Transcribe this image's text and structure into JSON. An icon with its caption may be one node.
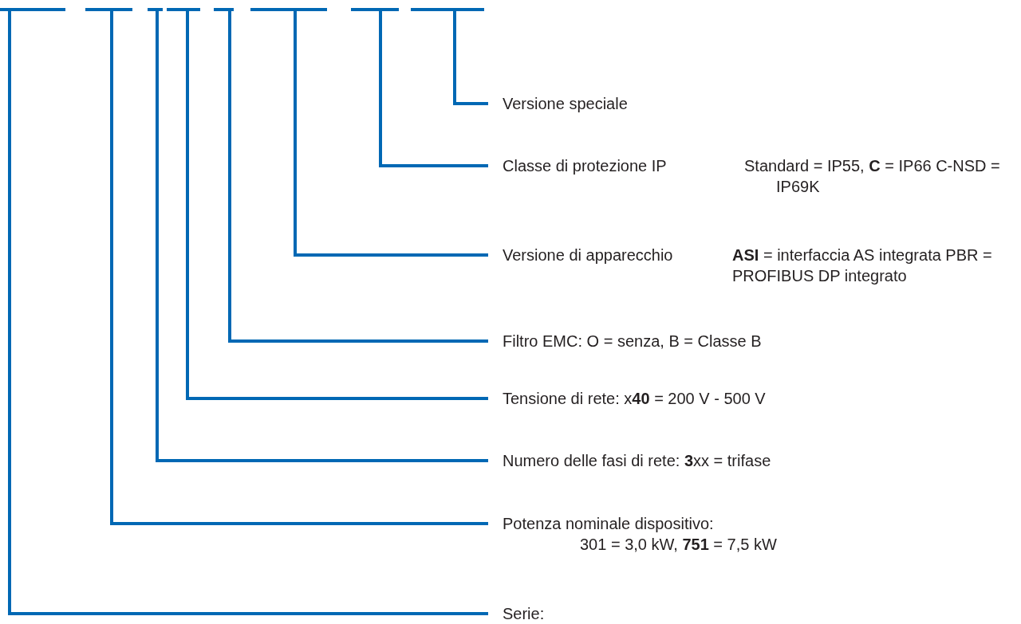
{
  "diagram": {
    "nodes": [
      {
        "text": [],
        "shape": "bar"
      },
      {
        "text": [],
        "shape": "bar"
      },
      {
        "text": [],
        "shape": "bar"
      },
      {
        "text": [],
        "shape": "bar"
      },
      {
        "text": [],
        "shape": "bar"
      },
      {
        "text": [],
        "shape": "bar"
      },
      {
        "text": [],
        "shape": "bar"
      },
      {
        "text": [],
        "shape": "bar"
      },
      {
        "text": [
          "Versione speciale"
        ]
      },
      {
        "text": [
          "Classe di protezione IP",
          "Standard = IP55, **C** = IP66 C-NSD = IP69K"
        ]
      },
      {
        "text": [
          "Versione di apparecchio",
          "**ASI** = interfaccia AS integrata PBR = PROFIBUS DP integrato"
        ]
      },
      {
        "text": [
          "Filtro EMC: O = senza, B = Classe B"
        ]
      },
      {
        "text": [
          "Tensione di rete: x**40** = 200 V - 500 V"
        ]
      },
      {
        "text": [
          "Numero delle fasi di rete: **3**xx = trifase"
        ]
      },
      {
        "text": [
          "Potenza nominale dispositivo:",
          "301 = 3,0 kW, **751** = 7,5 kW"
        ]
      },
      {
        "text": [
          "Serie:"
        ]
      }
    ],
    "edges": [
      {
        "from": 7,
        "to": 8,
        "arrow": "none"
      },
      {
        "from": 6,
        "to": 9,
        "arrow": "none"
      },
      {
        "from": 5,
        "to": 10,
        "arrow": "none"
      },
      {
        "from": 4,
        "to": 11,
        "arrow": "none"
      },
      {
        "from": 3,
        "to": 12,
        "arrow": "none"
      },
      {
        "from": 2,
        "to": 13,
        "arrow": "none"
      },
      {
        "from": 1,
        "to": 14,
        "arrow": "none"
      },
      {
        "from": 0,
        "to": 15,
        "arrow": "none"
      }
    ]
  }
}
